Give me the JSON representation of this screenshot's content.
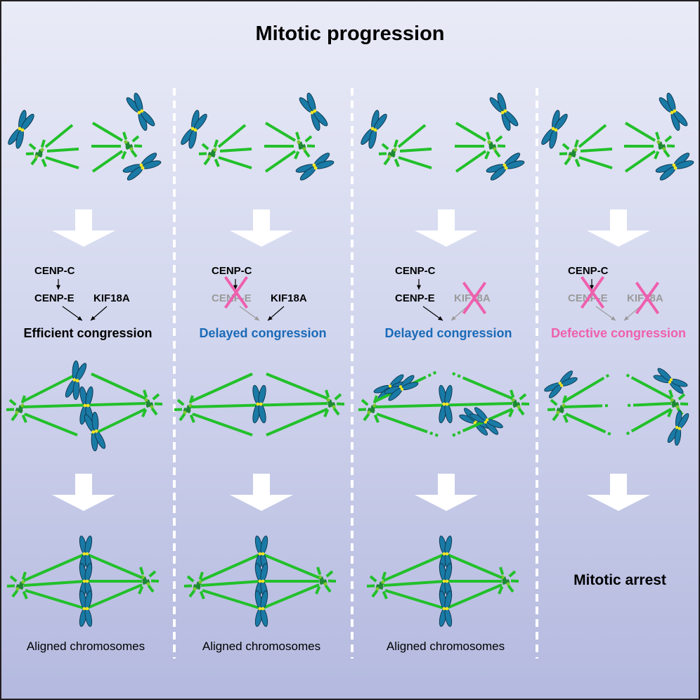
{
  "title": "Mitotic progression",
  "colors": {
    "microtubule": "#22c02a",
    "chromosome": "#1a7aa6",
    "centromere": "#f5e621",
    "centrosome": "#1e8a34",
    "active_text": "#000000",
    "inactive_text": "#9a9a9a",
    "knockout_x": "#ef5fae",
    "delayed": "#1a6ab8",
    "defective": "#ef5fae",
    "arrow": "#ffffff",
    "divider": "#ffffff"
  },
  "columns": [
    {
      "id": "control",
      "pathway": {
        "top": {
          "label": "CENP-C",
          "active": true
        },
        "left": {
          "label": "CENP-E",
          "active": true,
          "knocked_out": false
        },
        "right": {
          "label": "KIF18A",
          "active": true,
          "knocked_out": false
        }
      },
      "outcome": {
        "label": "Efficient congression",
        "status": "efficient"
      },
      "spindle_state": "intact",
      "final": {
        "label": "Aligned chromosomes",
        "type": "aligned"
      }
    },
    {
      "id": "cenpe-loss",
      "pathway": {
        "top": {
          "label": "CENP-C",
          "active": true
        },
        "left": {
          "label": "CENP-E",
          "active": false,
          "knocked_out": true
        },
        "right": {
          "label": "KIF18A",
          "active": true,
          "knocked_out": false
        }
      },
      "outcome": {
        "label": "Delayed congression",
        "status": "delayed"
      },
      "spindle_state": "intact",
      "final": {
        "label": "Aligned chromosomes",
        "type": "aligned"
      }
    },
    {
      "id": "kif18a-loss",
      "pathway": {
        "top": {
          "label": "CENP-C",
          "active": true
        },
        "left": {
          "label": "CENP-E",
          "active": true,
          "knocked_out": false
        },
        "right": {
          "label": "KIF18A",
          "active": false,
          "knocked_out": true
        }
      },
      "outcome": {
        "label": "Delayed congression",
        "status": "delayed"
      },
      "spindle_state": "partially-unstable",
      "final": {
        "label": "Aligned chromosomes",
        "type": "aligned"
      }
    },
    {
      "id": "double-loss",
      "pathway": {
        "top": {
          "label": "CENP-C",
          "active": true
        },
        "left": {
          "label": "CENP-E",
          "active": false,
          "knocked_out": true
        },
        "right": {
          "label": "KIF18A",
          "active": false,
          "knocked_out": true
        }
      },
      "outcome": {
        "label": "Defective congression",
        "status": "defective"
      },
      "spindle_state": "unstable",
      "final": {
        "label": "Mitotic arrest",
        "type": "arrest"
      }
    }
  ]
}
